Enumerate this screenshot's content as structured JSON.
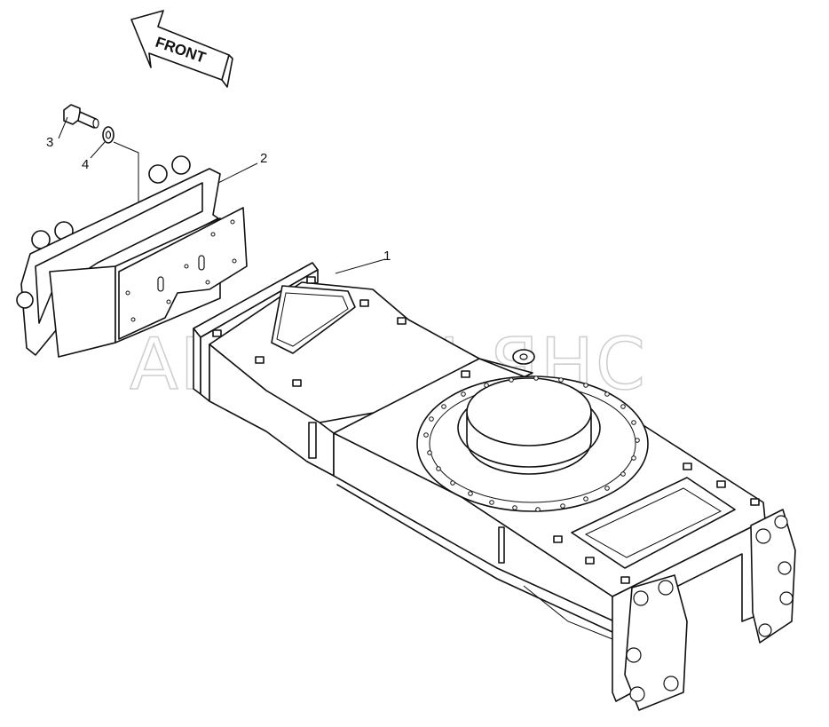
{
  "direction_arrow": {
    "label": "FRONT"
  },
  "callouts": [
    {
      "id": "callout-1",
      "label": "1"
    },
    {
      "id": "callout-2",
      "label": "2"
    },
    {
      "id": "callout-3",
      "label": "3"
    },
    {
      "id": "callout-4",
      "label": "4"
    }
  ],
  "watermark": {
    "text": "АВТОАЛЬЯНС"
  }
}
